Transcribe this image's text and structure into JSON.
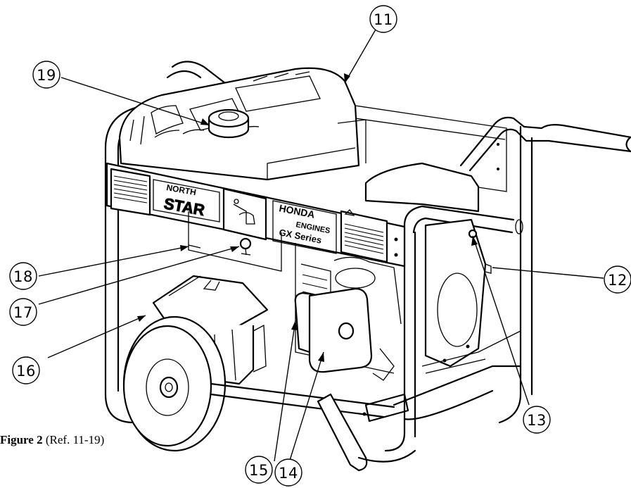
{
  "figure": {
    "label": "Figure 2",
    "reference": "(Ref. 11-19)"
  },
  "decals": {
    "brand_left": "NORTH",
    "brand_mark": "STAR",
    "engine_maker": "HONDA",
    "engine_word": "ENGINES",
    "engine_series": "GX Series"
  },
  "callouts": [
    {
      "id": "11",
      "label": "11"
    },
    {
      "id": "12",
      "label": "12"
    },
    {
      "id": "13",
      "label": "13"
    },
    {
      "id": "14",
      "label": "14"
    },
    {
      "id": "15",
      "label": "15"
    },
    {
      "id": "16",
      "label": "16"
    },
    {
      "id": "17",
      "label": "17"
    },
    {
      "id": "18",
      "label": "18"
    },
    {
      "id": "19",
      "label": "19"
    }
  ]
}
